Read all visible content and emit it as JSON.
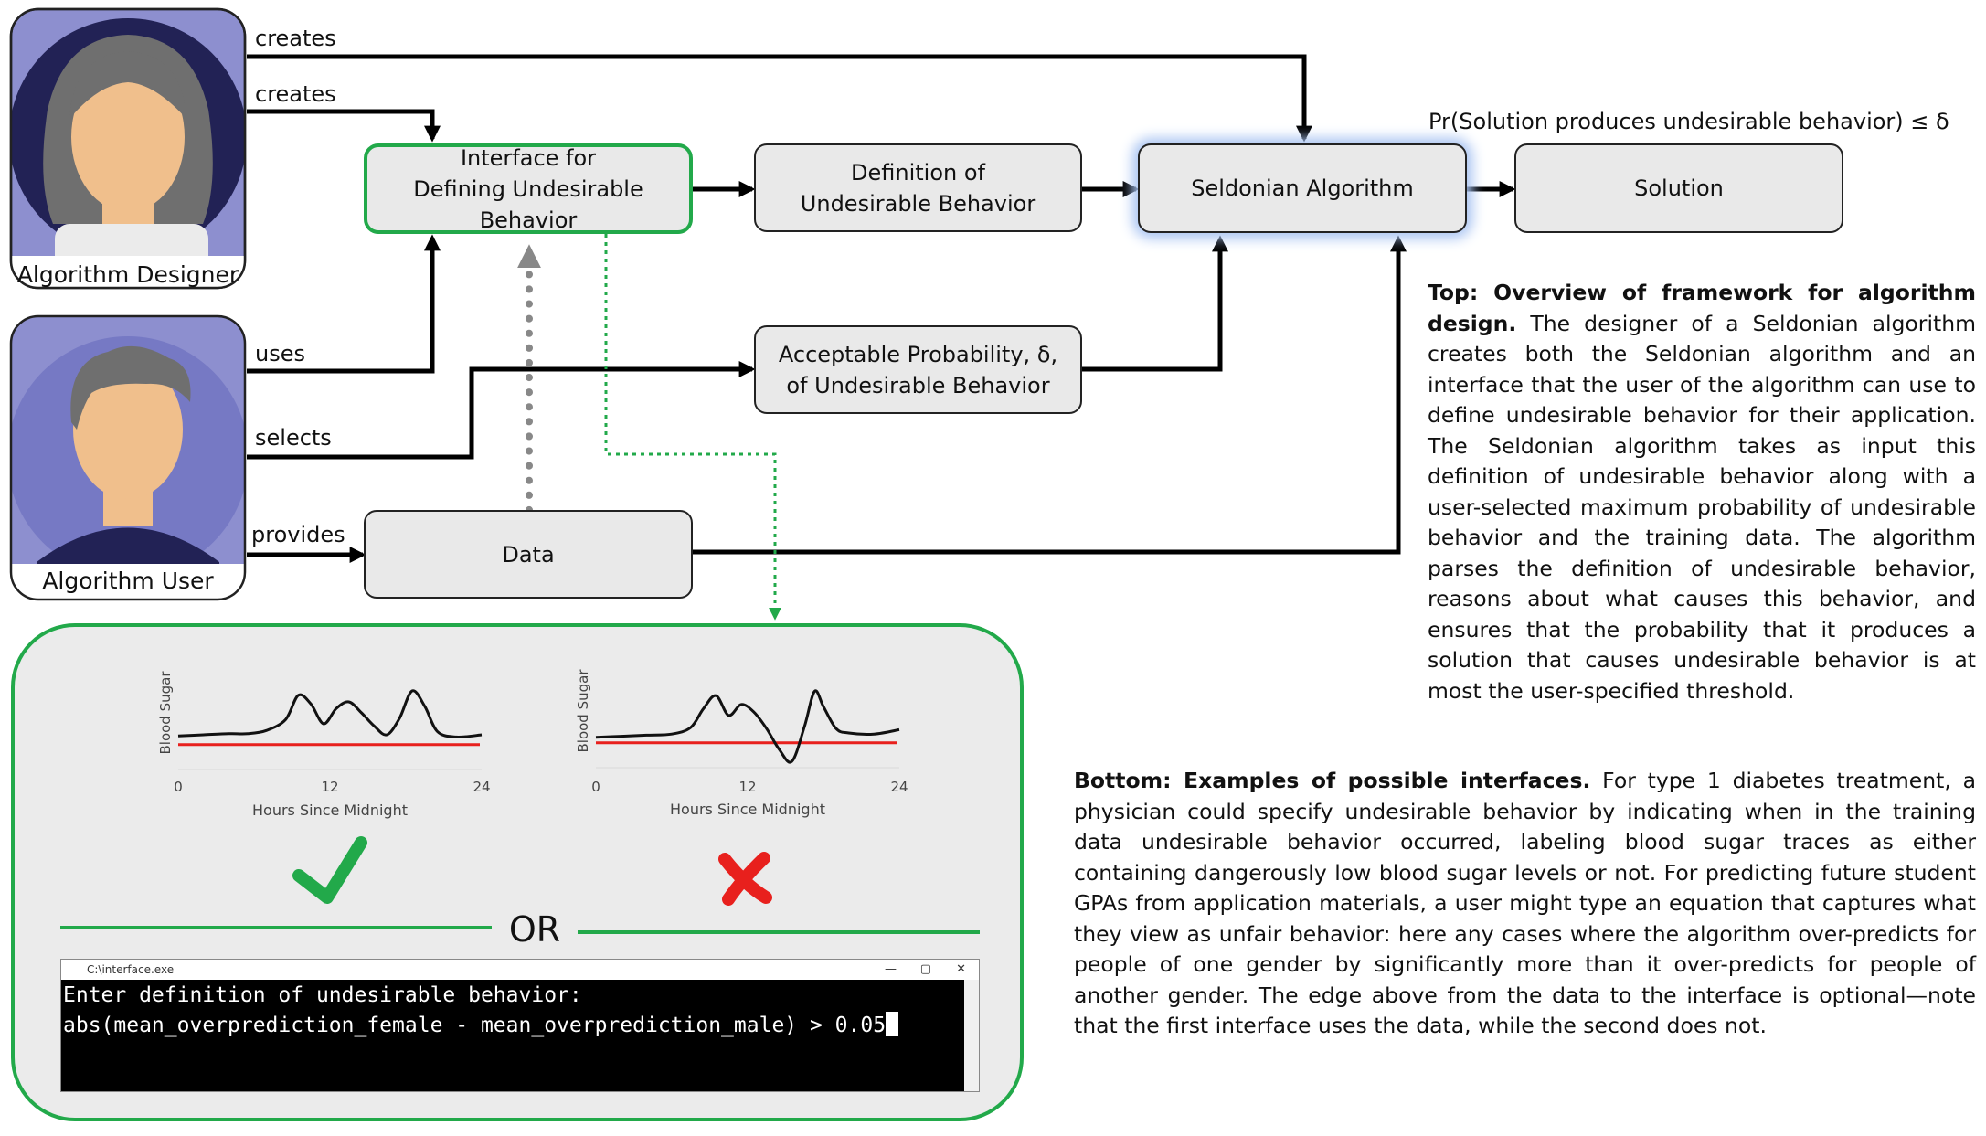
{
  "actors": {
    "designer": {
      "label": "Algorithm Designer"
    },
    "user": {
      "label": "Algorithm User"
    }
  },
  "boxes": {
    "interface": "Interface for\nDefining Undesirable\nBehavior",
    "definition": "Definition of\nUndesirable Behavior",
    "seldonian": "Seldonian Algorithm",
    "solution": "Solution",
    "probability": "Acceptable Probability, δ,\nof Undesirable Behavior",
    "data": "Data"
  },
  "edges": {
    "creates_1": "creates",
    "creates_2": "creates",
    "uses": "uses",
    "selects": "selects",
    "provides": "provides"
  },
  "constraint": "Pr(Solution produces undesirable behavior) ≤ δ",
  "top_caption": {
    "heading": "Top: Overview of framework for algorithm design.",
    "body": "The designer of a Seldonian algorithm creates both the Seldonian algorithm and an interface that the user of the algorithm can use to define undesirable behavior for their application. The Seldonian algorithm takes as input this definition of undesirable behavior along with a user-selected maximum probability of undesirable behavior and the training data. The algorithm parses the definition of undesirable behavior, reasons about what causes this behavior, and ensures that the probability that it produces a solution that causes undesirable behavior is at most the user-specified threshold."
  },
  "bottom_caption": {
    "heading": "Bottom: Examples of possible interfaces.",
    "body": "For type 1 diabetes treatment, a physician could specify undesirable behavior by indicating when in the training data undesirable behavior occurred, labeling blood sugar traces as either containing dangerously low blood sugar levels or not. For predicting future student GPAs from application materials, a user might type an equation that captures what they view as unfair behavior: here any cases where the algorithm over-predicts for people of one gender by significantly more than it over-predicts for people of another gender. The edge above from the data to the interface is optional—note that the first interface uses the data, while the second does not."
  },
  "interface_panel": {
    "or_label": "OR",
    "console": {
      "title": "C:\\interface.exe",
      "line1": "Enter definition of undesirable behavior:",
      "line2": "abs(mean_overprediction_female - mean_overprediction_male) > 0.05"
    }
  },
  "chart_data": [
    {
      "type": "line",
      "ylabel": "Blood Sugar",
      "xlabel": "Hours Since Midnight",
      "xticks": [
        0,
        12,
        24
      ],
      "xlim": [
        0,
        24
      ],
      "ylim": [
        0,
        10
      ],
      "threshold": 2.1,
      "x": [
        0,
        2,
        4,
        5.5,
        7,
        8.5,
        9.5,
        10.5,
        11.5,
        12.5,
        13.5,
        14.5,
        15.5,
        16.5,
        17.5,
        18.5,
        19.5,
        20.5,
        22,
        24
      ],
      "y": [
        2.9,
        3.0,
        3.1,
        3.1,
        3.4,
        4.4,
        6.6,
        5.8,
        4.0,
        5.4,
        6.0,
        5.0,
        3.8,
        3.0,
        4.5,
        7.0,
        5.6,
        3.3,
        2.8,
        3.0
      ],
      "verdict": "acceptable"
    },
    {
      "type": "line",
      "ylabel": "Blood Sugar",
      "xlabel": "Hours Since Midnight",
      "xticks": [
        0,
        12,
        24
      ],
      "xlim": [
        0,
        24
      ],
      "ylim": [
        0,
        10
      ],
      "threshold": 2.1,
      "x": [
        0,
        2,
        4,
        6,
        7.5,
        8.5,
        9.5,
        10.5,
        11.5,
        12.5,
        13.5,
        14.5,
        15.5,
        16.5,
        17.3,
        18,
        19,
        20,
        22,
        24
      ],
      "y": [
        2.6,
        2.7,
        2.8,
        2.9,
        3.5,
        5.2,
        6.4,
        4.6,
        5.6,
        4.9,
        3.4,
        1.5,
        0.4,
        3.6,
        6.8,
        5.4,
        3.4,
        3.0,
        2.9,
        3.3
      ],
      "verdict": "unacceptable"
    }
  ],
  "colors": {
    "green_border": "#22a94a",
    "box_fill": "#e9e9e9",
    "avatar_bg": "#8d8fcf",
    "threshold_line": "#e8201d",
    "check": "#22a94a",
    "cross": "#e8201d"
  }
}
